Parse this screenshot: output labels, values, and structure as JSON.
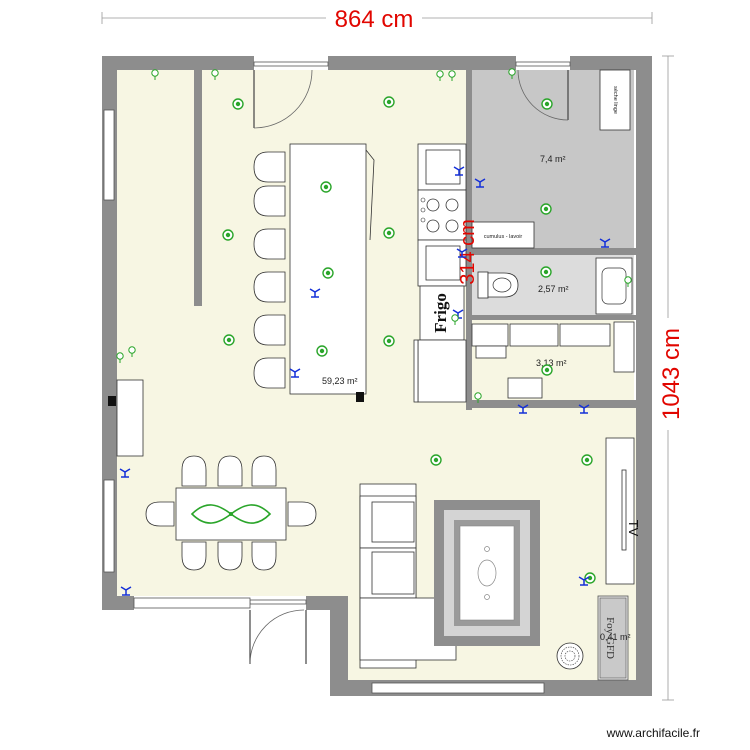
{
  "dimensions": {
    "top": "864 cm",
    "right": "1043 cm",
    "inner": "314 cm"
  },
  "rooms": {
    "main_area": "59,23 m²",
    "storage": "7,4 m²",
    "wc": "2,57 m²",
    "bath": "3,13 m²",
    "closet": "0,41 m²"
  },
  "labels": {
    "fridge": "Frigo",
    "tv": "TV",
    "counter": "cumulus - lavoir",
    "dryer": "séche linge",
    "closet_sign": "Foy GFD"
  },
  "colors": {
    "living_floor": "#f7f6e3",
    "wet_floor": "#c7c7c7",
    "wall": "#8d8d8d",
    "dimension": "#e10600",
    "socket": "#2aa52a",
    "switch": "#1530d8"
  },
  "watermark": "www.archifacile.fr"
}
